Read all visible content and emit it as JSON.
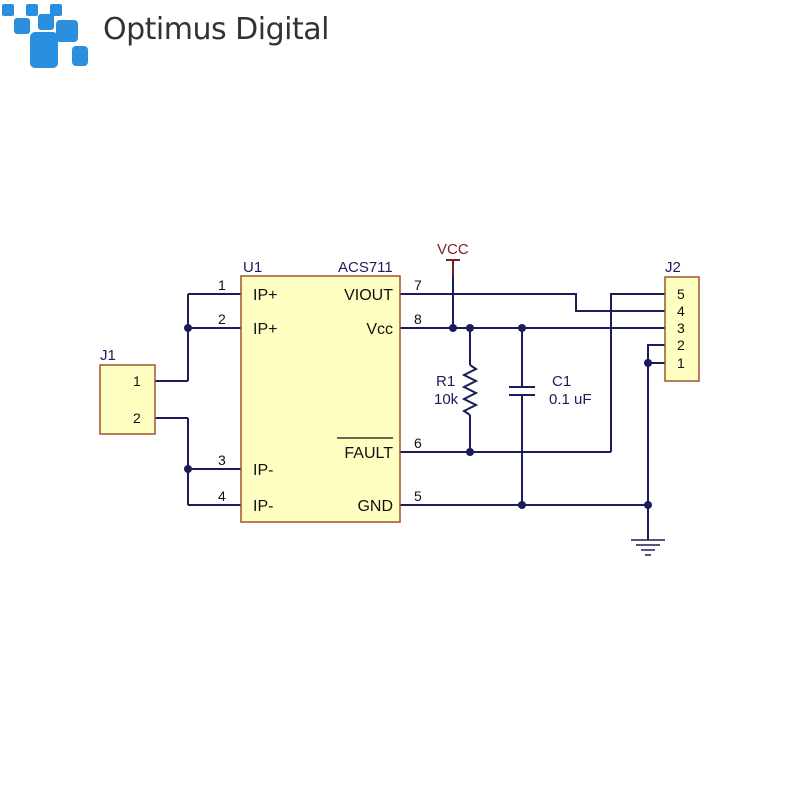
{
  "brand": {
    "name": "Optimus Digital",
    "colors": {
      "logo_blue": "#2b8fe0",
      "logo_text": "#333333"
    }
  },
  "colors": {
    "wire": "#1c1c5a",
    "body_fill": "#ffffc2",
    "body_stroke": "#a0522d",
    "power": "#7a1f1f",
    "text": "#101010"
  },
  "u1": {
    "ref": "U1",
    "part": "ACS711",
    "pins": [
      {
        "num": "1",
        "name": "IP+"
      },
      {
        "num": "2",
        "name": "IP+"
      },
      {
        "num": "3",
        "name": "IP-"
      },
      {
        "num": "4",
        "name": "IP-"
      },
      {
        "num": "5",
        "name": "GND"
      },
      {
        "num": "6",
        "name": "FAULT"
      },
      {
        "num": "7",
        "name": "VIOUT"
      },
      {
        "num": "8",
        "name": "Vcc"
      }
    ]
  },
  "j1": {
    "ref": "J1",
    "pins": [
      "1",
      "2"
    ]
  },
  "j2": {
    "ref": "J2",
    "pins": [
      "5",
      "4",
      "3",
      "2",
      "1"
    ]
  },
  "r1": {
    "ref": "R1",
    "value": "10k"
  },
  "c1": {
    "ref": "C1",
    "value": "0.1 uF"
  },
  "power": {
    "vcc": "VCC"
  }
}
